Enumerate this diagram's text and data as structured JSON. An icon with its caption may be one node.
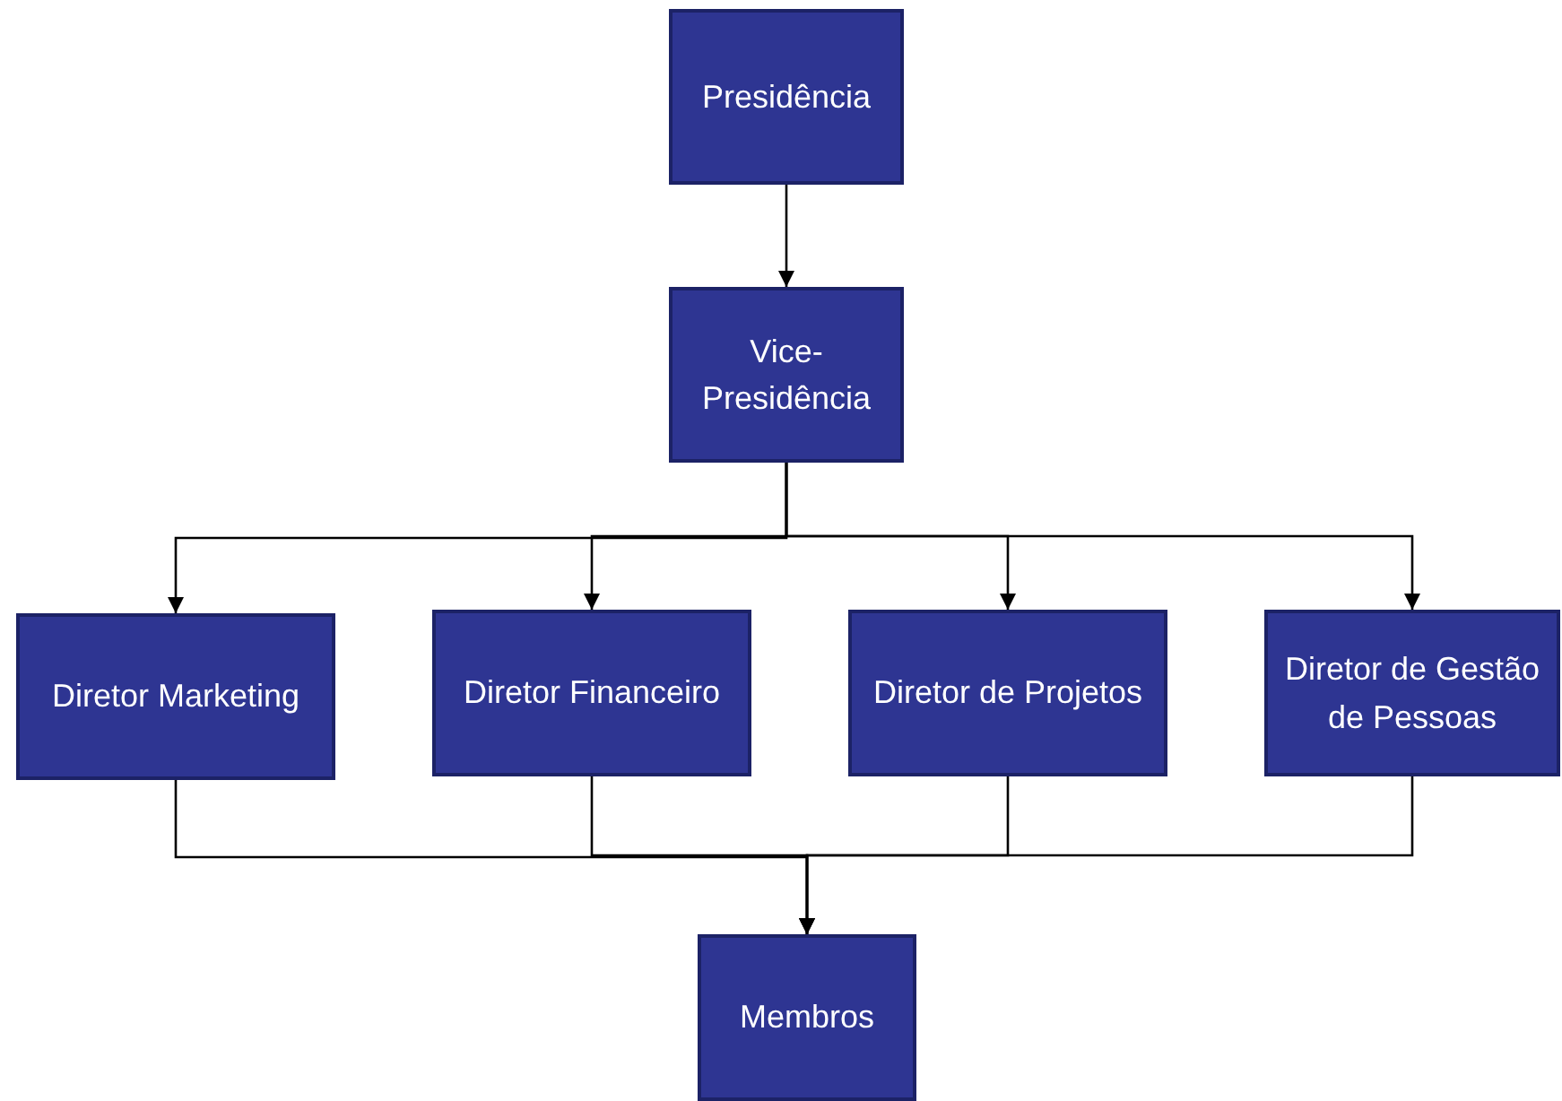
{
  "diagram": {
    "nodes": [
      {
        "text": [
          "Presidência"
        ]
      },
      {
        "text": [
          "Vice-Presidência"
        ]
      },
      {
        "text": [
          "Diretor Marketing"
        ]
      },
      {
        "text": [
          "Diretor Financeiro"
        ]
      },
      {
        "text": [
          "Diretor de Projetos"
        ]
      },
      {
        "text": [
          "Diretor de Gestão de Pessoas"
        ]
      },
      {
        "text": [
          "Membros"
        ]
      }
    ],
    "edges": [
      {
        "from": 0,
        "to": 1,
        "arrow": "to"
      },
      {
        "from": 1,
        "to": 2,
        "arrow": "to"
      },
      {
        "from": 1,
        "to": 3,
        "arrow": "to"
      },
      {
        "from": 1,
        "to": 4,
        "arrow": "to"
      },
      {
        "from": 1,
        "to": 5,
        "arrow": "to"
      },
      {
        "from": 2,
        "to": 6,
        "arrow": "to"
      },
      {
        "from": 3,
        "to": 6,
        "arrow": "to"
      },
      {
        "from": 4,
        "to": 6,
        "arrow": "to"
      },
      {
        "from": 5,
        "to": 6,
        "arrow": "to"
      }
    ]
  }
}
